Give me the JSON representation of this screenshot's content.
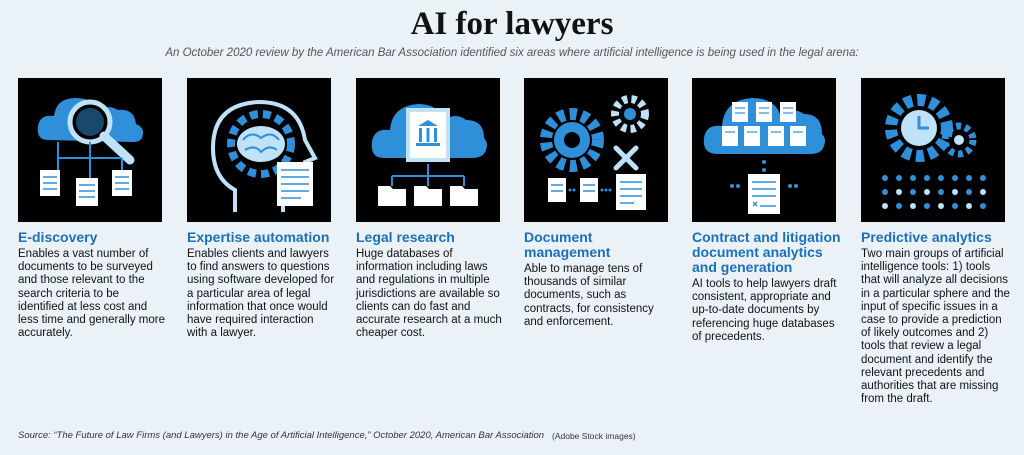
{
  "title": "AI for lawyers",
  "subtitle": "An October 2020 review by the American Bar Association identified six areas where artificial intelligence is being used in the legal arena:",
  "columns": [
    {
      "icon": "cloud-magnifier-documents-icon",
      "heading": "E-discovery",
      "body": "Enables a vast number of documents to be surveyed and those relevant to the search criteria to be identified at less cost and less time and generally more accurately."
    },
    {
      "icon": "brain-gear-head-icon",
      "heading": "Expertise automation",
      "body": "Enables clients and lawyers to find answers to questions using software developed for a particular area of legal information that once would have required interaction with a lawyer."
    },
    {
      "icon": "cloud-law-book-folders-icon",
      "heading": "Legal research",
      "body": "Huge databases of information including laws and regulations in multiple jurisdictions are available so clients can do fast and accurate research at a much cheaper cost."
    },
    {
      "icon": "gears-documents-icon",
      "heading": "Document management",
      "body": "Able to manage tens of thousands of similar documents, such as contracts, for consistency and enforcement."
    },
    {
      "icon": "cloud-contract-stacks-icon",
      "heading": "Contract and litigation document analytics and generation",
      "body": "AI tools to help lawyers draft consistent, appropriate and up-to-date documents by referencing huge databases of precedents."
    },
    {
      "icon": "clock-gear-dots-icon",
      "heading": "Predictive analytics",
      "body": "Two main groups of artificial intelligence tools: 1) tools that will analyze all decisions in a particular sphere and the input of specific issues in a case to provide a prediction of likely outcomes and 2) tools that review a legal document and identify the relevant precedents and authorities that are missing from the draft."
    }
  ],
  "source": "Source: “The Future of Law Firms (and Lawyers) in the Age of Artificial Intelligence,”  October 2020, American Bar Association",
  "credit": "(Adobe Stock images)",
  "colors": {
    "heading": "#1c6fb8",
    "icon_blue": "#2f8fd8",
    "icon_light": "#bfe2f8",
    "background": "#eaf2f8"
  }
}
